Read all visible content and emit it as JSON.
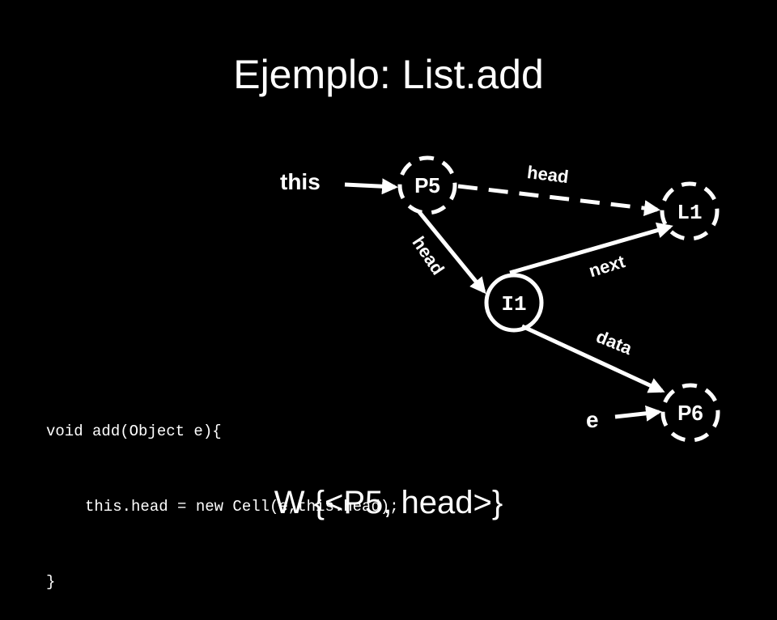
{
  "title": "Ejemplo: List.add",
  "nodes": {
    "p5": "P5",
    "l1": "L1",
    "i1": "I1",
    "p6": "P6"
  },
  "edges": {
    "p5_l1": "head",
    "p5_i1": "head",
    "i1_l1": "next",
    "i1_p6": "data"
  },
  "variables": {
    "this": "this",
    "e": "e"
  },
  "code": [
    "void add(Object e){",
    "this.head = new Cell(e,this.head);",
    "}"
  ],
  "set_label": "W  {<P5, head>}",
  "colors": {
    "background": "#000000",
    "foreground": "#ffffff"
  }
}
